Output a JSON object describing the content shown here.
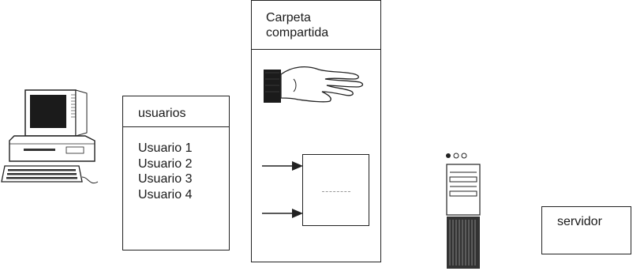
{
  "users_box": {
    "title": "usuarios",
    "items": [
      "Usuario 1",
      "Usuario 2",
      "Usuario 3",
      "Usuario 4"
    ]
  },
  "folder_box": {
    "title": "Carpeta compartida"
  },
  "server_box": {
    "label": "servidor"
  },
  "icons": {
    "computer": "computer-icon",
    "hand": "hand-icon",
    "server": "server-icon",
    "arrow": "arrow-right-icon"
  }
}
